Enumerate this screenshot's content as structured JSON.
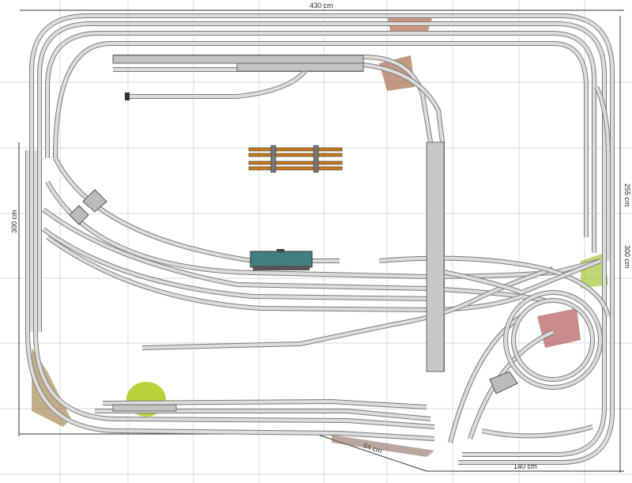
{
  "dimensions": {
    "top_width": "430 cm",
    "right_upper": "255 cm",
    "right_full": "300 cm",
    "left_height": "300 cm",
    "bottom_diagonal": "84 cm",
    "bottom_right": "140 cm"
  },
  "colors": {
    "grid": "#d8d8d8",
    "track_edge": "#7a7a7a",
    "track_fill": "#dcdcdc",
    "bridge": "#c97a1e",
    "station_building": "#3f7f80",
    "platform": "#bdbdbd"
  }
}
